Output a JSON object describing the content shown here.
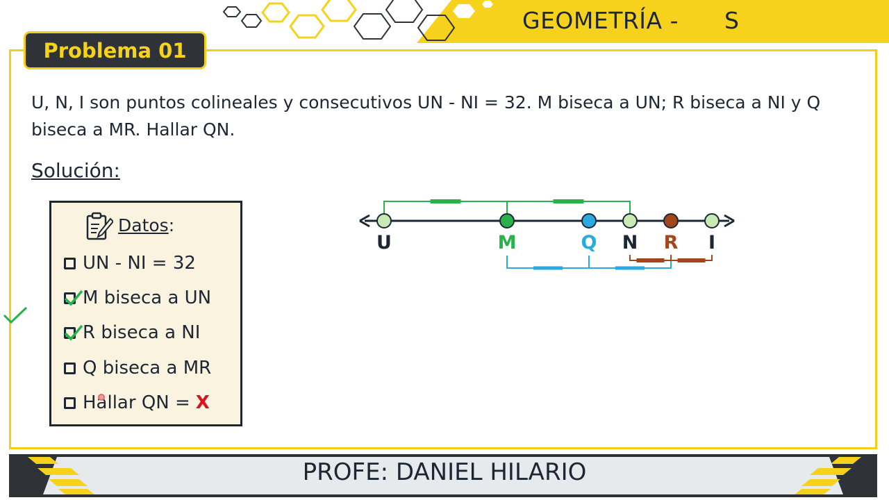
{
  "header": {
    "title": "GEOMETRÍA -      S",
    "accent_color": "#f6d21c"
  },
  "problem": {
    "label": "Problema 01",
    "text": "U, N, I son puntos colineales y consecutivos UN - NI = 32. M biseca a UN; R biseca a NI y Q biseca a MR. Hallar QN."
  },
  "solution": {
    "heading": "Solución:"
  },
  "datos": {
    "icon": "clipboard-pencil-icon",
    "title": "Datos",
    "title_suffix": ":",
    "items": [
      {
        "text": "UN - NI = 32",
        "checked": false
      },
      {
        "text": "M biseca a UN",
        "checked": true
      },
      {
        "text": "R biseca a NI",
        "checked": true
      },
      {
        "text": "Q biseca a MR",
        "checked": false
      },
      {
        "text": "Hallar QN =",
        "suffix": "X",
        "checked": false
      }
    ]
  },
  "diagram": {
    "points": [
      {
        "label": "U",
        "pos": 0,
        "fill": "#c8eab4",
        "text_color": "#1d2733"
      },
      {
        "label": "M",
        "pos": 3,
        "fill": "#28b24a",
        "text_color": "#28b24a"
      },
      {
        "label": "Q",
        "pos": 5,
        "fill": "#29abe2",
        "text_color": "#29abe2"
      },
      {
        "label": "N",
        "pos": 6,
        "fill": "#c8eab4",
        "text_color": "#1d2733"
      },
      {
        "label": "R",
        "pos": 7,
        "fill": "#a0481c",
        "text_color": "#a0481c"
      },
      {
        "label": "I",
        "pos": 8,
        "fill": "#c8eab4",
        "text_color": "#1d2733"
      }
    ],
    "colors": {
      "green": "#28b24a",
      "blue": "#29abe2",
      "brown": "#a0481c",
      "line": "#1d2733"
    }
  },
  "footer": {
    "teacher": "PROFE: DANIEL HILARIO"
  }
}
